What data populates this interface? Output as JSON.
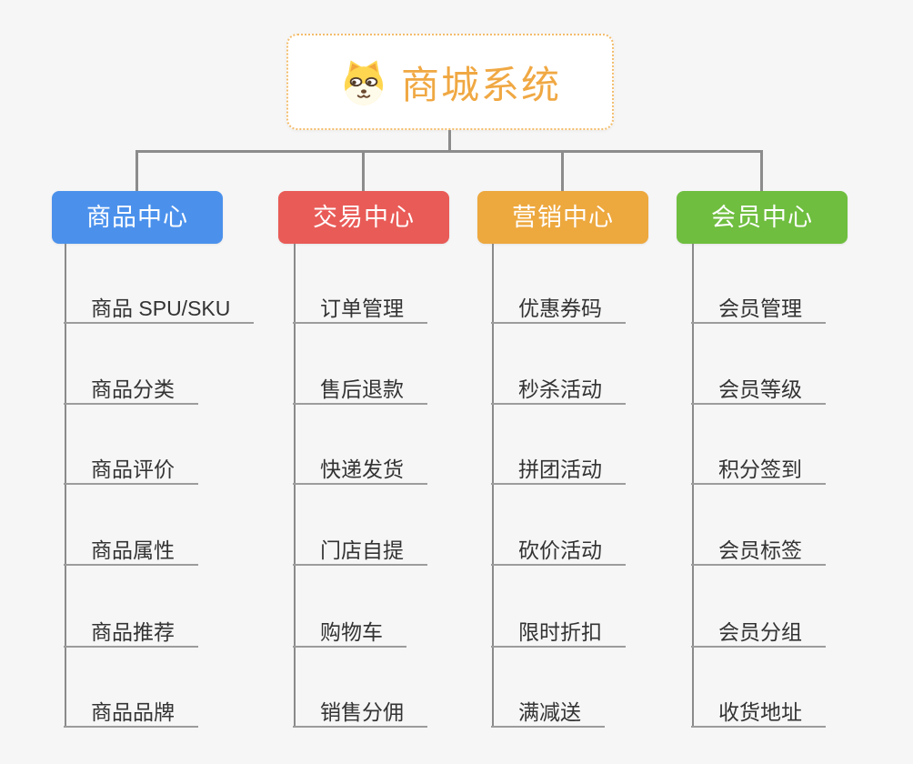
{
  "diagram": {
    "background_color": "#F6F6F6",
    "connector_color": "#8C8C8C",
    "leaf_underline_color": "#9C9C9C",
    "leaf_text_color": "#333333"
  },
  "root": {
    "title": "商城系统",
    "icon": "shiba-dog-face-icon",
    "title_color": "#F0A843",
    "border_color": "#F3BC6B",
    "background_color": "#FFFFFF"
  },
  "branches": [
    {
      "label": "商品中心",
      "color": "#4B91EC",
      "items": [
        "商品 SPU/SKU",
        "商品分类",
        "商品评价",
        "商品属性",
        "商品推荐",
        "商品品牌"
      ]
    },
    {
      "label": "交易中心",
      "color": "#E95B57",
      "items": [
        "订单管理",
        "售后退款",
        "快递发货",
        "门店自提",
        "购物车",
        "销售分佣"
      ]
    },
    {
      "label": "营销中心",
      "color": "#EDA83E",
      "items": [
        "优惠券码",
        "秒杀活动",
        "拼团活动",
        "砍价活动",
        "限时折扣",
        "满减送"
      ]
    },
    {
      "label": "会员中心",
      "color": "#6FBE3F",
      "items": [
        "会员管理",
        "会员等级",
        "积分签到",
        "会员标签",
        "会员分组",
        "收货地址"
      ]
    }
  ]
}
